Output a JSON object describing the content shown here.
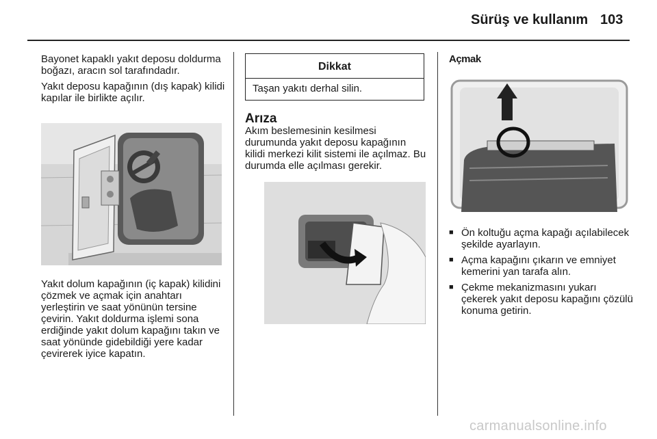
{
  "header": {
    "title": "Sürüş ve kullanım",
    "page_number": "103"
  },
  "left_column": {
    "para1": "Bayonet kapaklı yakıt deposu doldurma boğazı, aracın sol tarafındadır.",
    "para2": "Yakıt deposu kapağının (dış kapak) kilidi kapılar ile birlikte açılır.",
    "para3": "Yakıt dolum kapağının (iç kapak) kilidini çözmek ve açmak için anahtarı yerleştirin ve saat yönünün tersine çevirin. Yakıt doldurma işlemi sona erdiğinde yakıt dolum kapağını takın ve saat yönünde gidebildiği yere kadar çevirerek iyice kapatın."
  },
  "middle_column": {
    "notice_title": "Dikkat",
    "notice_text": "Taşan yakıtı derhal silin.",
    "section_title": "Arıza",
    "section_text": "Akım beslemesinin kesilmesi durumunda yakıt deposu kapağının kilidi merkezi kilit sistemi ile açılmaz. Bu durumda elle açılması gerekir."
  },
  "right_column": {
    "subheading": "Açmak",
    "bullets": [
      "Ön koltuğu açma kapağı açılabilecek şekilde ayarlayın.",
      "Açma kapağını çıkarın ve emniyet kemerini yan tarafa alın.",
      "Çekme mekanizmasını yukarı çekerek yakıt deposu kapağını çözülü konuma getirin."
    ]
  },
  "watermark": "carmanualsonline.info"
}
